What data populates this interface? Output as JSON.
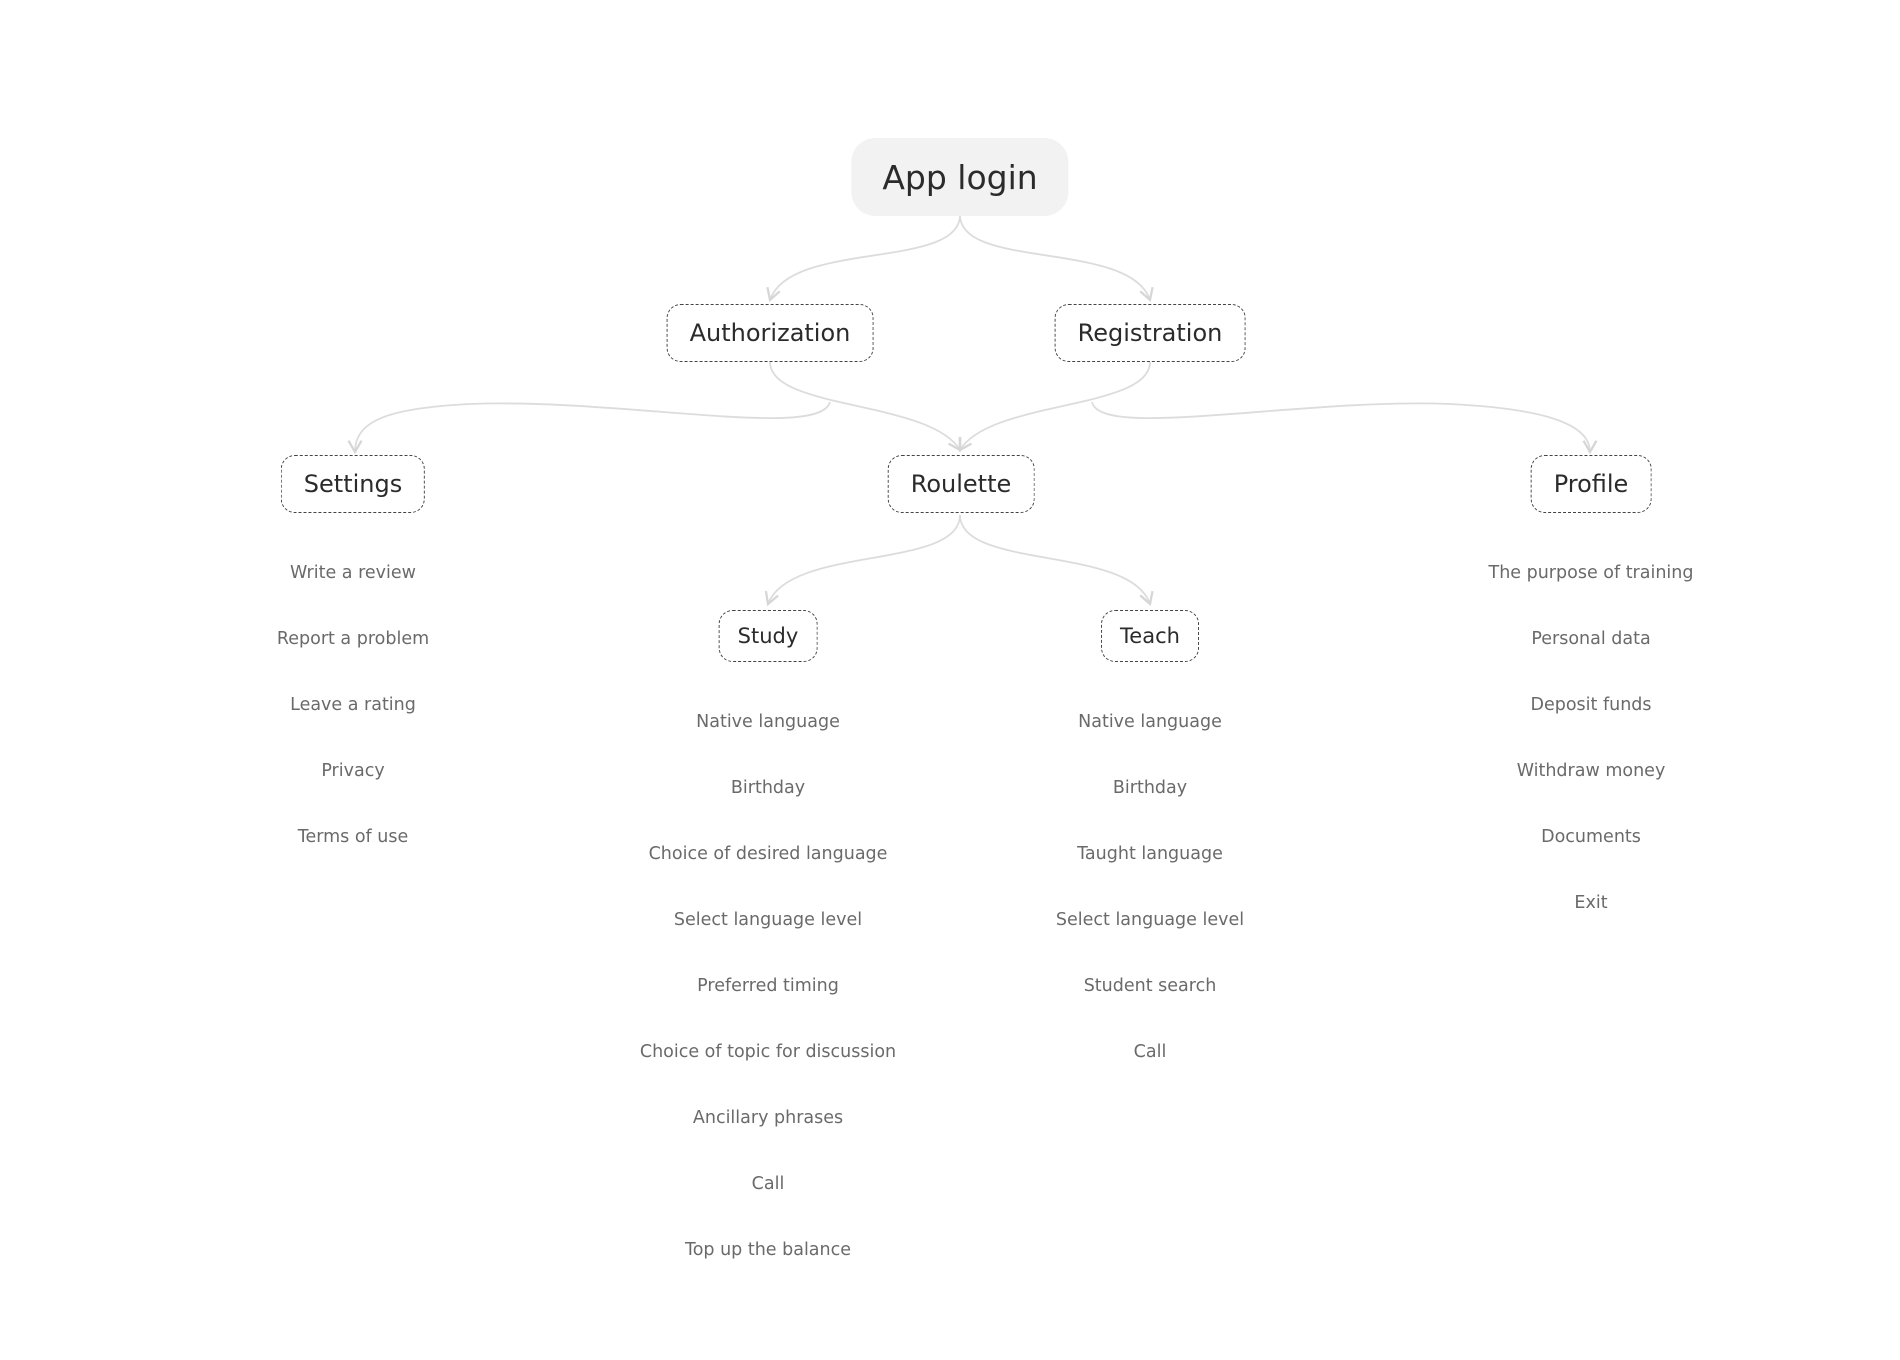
{
  "root": {
    "label": "App login"
  },
  "auth": {
    "authorization": "Authorization",
    "registration": "Registration"
  },
  "sections": {
    "settings": "Settings",
    "roulette": "Roulette",
    "profile": "Profile"
  },
  "roulette_modes": {
    "study": "Study",
    "teach": "Teach"
  },
  "settings_items": [
    "Write a review",
    "Report a problem",
    "Leave a rating",
    "Privacy",
    "Terms of use"
  ],
  "profile_items": [
    "The purpose of training",
    "Personal data",
    "Deposit funds",
    "Withdraw money",
    "Documents",
    "Exit"
  ],
  "study_items": [
    "Native language",
    "Birthday",
    "Choice of desired language",
    "Select language level",
    "Preferred timing",
    "Choice of topic for discussion",
    "Ancillary phrases",
    "Call",
    "Top up the balance"
  ],
  "teach_items": [
    "Native language",
    "Birthday",
    "Taught language",
    "Select language level",
    "Student search",
    "Call"
  ],
  "colors": {
    "connector": "#dcdcdc",
    "root_fill": "#f2f2f2",
    "item_text": "#6a6a6a",
    "node_border": "#444444"
  }
}
